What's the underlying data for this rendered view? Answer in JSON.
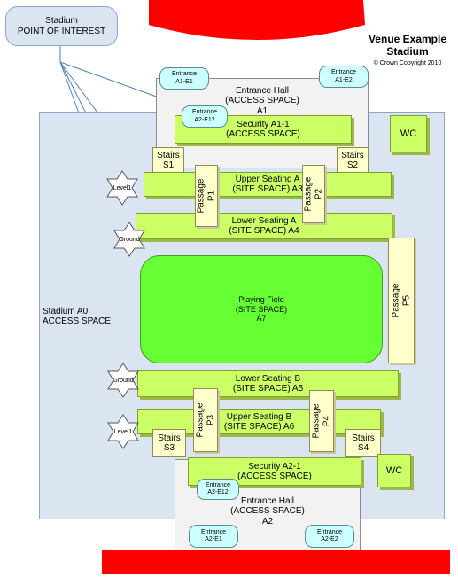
{
  "title": {
    "line1": "Venue Example",
    "line2": "Stadium",
    "copyright": "© Crown Copyright 2010"
  },
  "poi": {
    "line1": "Stadium",
    "line2": "POINT OF INTEREST"
  },
  "stadium_area": {
    "line1": "Stadium A0",
    "line2": "ACCESS SPACE"
  },
  "entrance_hall_1": {
    "line1": "Entrance Hall",
    "line2": "(ACCESS SPACE)",
    "line3": "A1"
  },
  "entrance_hall_2": {
    "line1": "Entrance Hall",
    "line2": "(ACCESS SPACE)",
    "line3": "A2"
  },
  "security_1": {
    "line1": "Security A1-1",
    "line2": "(ACCESS SPACE)"
  },
  "security_2": {
    "line1": "Security A2-1",
    "line2": "(ACCESS SPACE)"
  },
  "entrances": {
    "a1_e1": {
      "line1": "Entrance",
      "line2": "A1-E1"
    },
    "a1_e2": {
      "line1": "Entrance",
      "line2": "A1-E2"
    },
    "a2_e12_top": {
      "line1": "Entrance",
      "line2": "A2-E12"
    },
    "a2_e12_bottom": {
      "line1": "Entrance",
      "line2": "A2-E12"
    },
    "a2_e1": {
      "line1": "Entrance",
      "line2": "A2-E1"
    },
    "a2_e2": {
      "line1": "Entrance",
      "line2": "A2-E2"
    }
  },
  "wc": {
    "top": "WC",
    "bottom": "WC"
  },
  "stairs": {
    "s1": {
      "line1": "Stairs",
      "line2": "S1"
    },
    "s2": {
      "line1": "Stairs",
      "line2": "S2"
    },
    "s3": {
      "line1": "Stairs",
      "line2": "S3"
    },
    "s4": {
      "line1": "Stairs",
      "line2": "S4"
    }
  },
  "seating": {
    "upper_a": {
      "line1": "Upper Seating A",
      "line2": "(SITE SPACE) A3"
    },
    "lower_a": {
      "line1": "Lower Seating A",
      "line2": "(SITE SPACE) A4"
    },
    "lower_b": {
      "line1": "Lower Seating B",
      "line2": "(SITE SPACE) A5"
    },
    "upper_b": {
      "line1": "Upper Seating B",
      "line2": "(SITE SPACE) A6"
    }
  },
  "passages": {
    "p1": {
      "line1": "Passage",
      "line2": "P1"
    },
    "p2": {
      "line1": "Passage",
      "line2": "P2"
    },
    "p3": {
      "line1": "Passage",
      "line2": "P3"
    },
    "p4": {
      "line1": "Passage",
      "line2": "P4"
    },
    "p5": {
      "line1": "Passage",
      "line2": "P5"
    }
  },
  "playing_field": {
    "line1": "Playing Field",
    "line2": "(SITE SPACE)",
    "line3": "A7"
  },
  "levels": {
    "level1_top": "Level1",
    "ground_top": "Ground",
    "ground_bottom": "Ground",
    "level1_bottom": "Level1"
  },
  "colors": {
    "access_space": "#dbe5f1",
    "site_space": "#ccff66",
    "playing_field": "#66ff33",
    "passage": "#ffffcc",
    "entrance": "#ccffff",
    "stand": "#ff0000"
  }
}
